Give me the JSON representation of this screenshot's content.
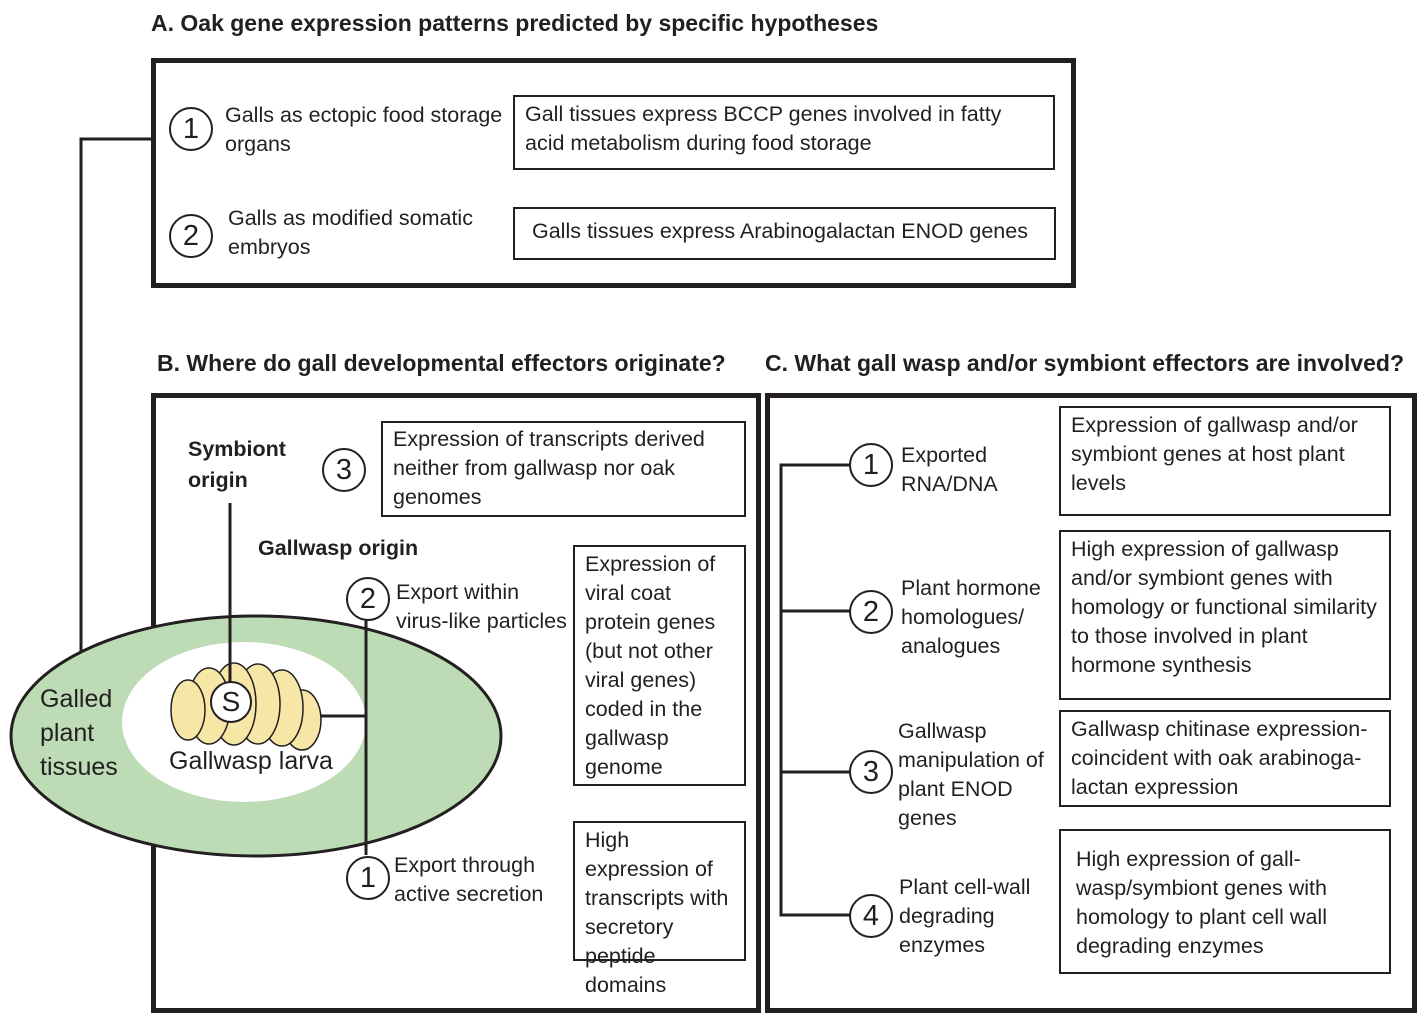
{
  "panel_a": {
    "heading": "A. Oak gene expression patterns predicted by specific hypotheses",
    "items": [
      {
        "number": "1",
        "hypothesis": "Galls as ectopic food storage organs",
        "prediction": "Gall tissues express BCCP genes  involved in fatty acid metabolism during food storage"
      },
      {
        "number": "2",
        "hypothesis": "Galls as modified somatic embryos",
        "prediction": "Galls tissues express Arabinogalactan ENOD genes"
      }
    ]
  },
  "panel_b": {
    "heading": "B. Where do gall developmental effectors originate?",
    "symbiont_origin": "Symbiont origin",
    "gallwasp_origin": "Gallwasp origin",
    "galled_tissues": "Galled plant tissues",
    "larva_label": "Gallwasp larva",
    "symbiont_marker": "S",
    "items": [
      {
        "number": "3",
        "label": "",
        "prediction": "Expression of transcripts derived neither from gallwasp nor oak genomes"
      },
      {
        "number": "2",
        "label": "Export within virus-like particles",
        "prediction": "Expression of viral coat protein genes (but not other viral genes) coded in the gallwasp genome"
      },
      {
        "number": "1",
        "label": "Export through active secretion",
        "prediction": "High expression of transcripts with secretory peptide domains"
      }
    ]
  },
  "panel_c": {
    "heading": "C. What gall wasp and/or symbiont effectors are involved?",
    "items": [
      {
        "number": "1",
        "label": "Exported RNA/DNA",
        "prediction": "Expression of gallwasp and/or symbiont genes at host plant levels"
      },
      {
        "number": "2",
        "label": "Plant hormone homologues/ analogues",
        "prediction": "High expression of gallwasp and/or symbiont genes with homology or functional similarity to those involved in plant hormone synthesis"
      },
      {
        "number": "3",
        "label": "Gallwasp manipulation of plant ENOD genes",
        "prediction": "Gallwasp chitinase expression-coincident with oak arabinoga-lactan expression"
      },
      {
        "number": "4",
        "label": "Plant cell-wall degrading enzymes",
        "prediction": "High expression of gall-wasp/symbiont genes with homology to plant cell wall degrading enzymes"
      }
    ]
  },
  "colors": {
    "ink": "#231f20",
    "tissue_green": "#bddcb5",
    "larva_yellow": "#f7e7a6"
  }
}
